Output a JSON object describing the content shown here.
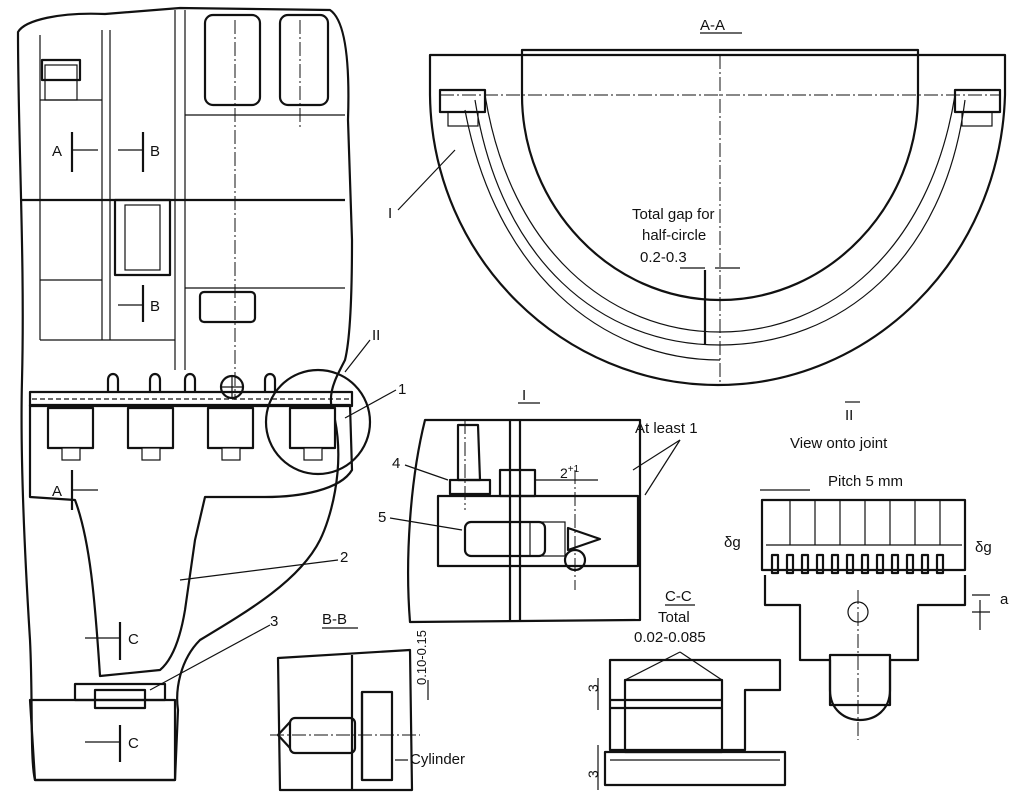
{
  "sections": {
    "aa": "A-A",
    "bb": "B-B",
    "cc": "C-C",
    "detail_i": "I",
    "detail_ii": "II"
  },
  "cut_marks": {
    "a": "A",
    "b": "B",
    "c": "C"
  },
  "part_numbers": {
    "p1": "1",
    "p2": "2",
    "p3": "3",
    "p4": "4",
    "p5": "5"
  },
  "annotations": {
    "gap_line1": "Total gap for",
    "gap_line2": "half-circle",
    "gap_value": "0.2-0.3",
    "at_least": "At least 1",
    "dim_2": "2",
    "dim_2_sup": "+1",
    "view_onto_joint": "View onto joint",
    "pitch": "Pitch 5 mm",
    "delta_g": "δg",
    "a": "a",
    "total": "Total",
    "total_value": "0.02-0.085",
    "bb_dim": "0.10-0.15",
    "cylinder": "Cylinder",
    "dim_3": "3"
  }
}
